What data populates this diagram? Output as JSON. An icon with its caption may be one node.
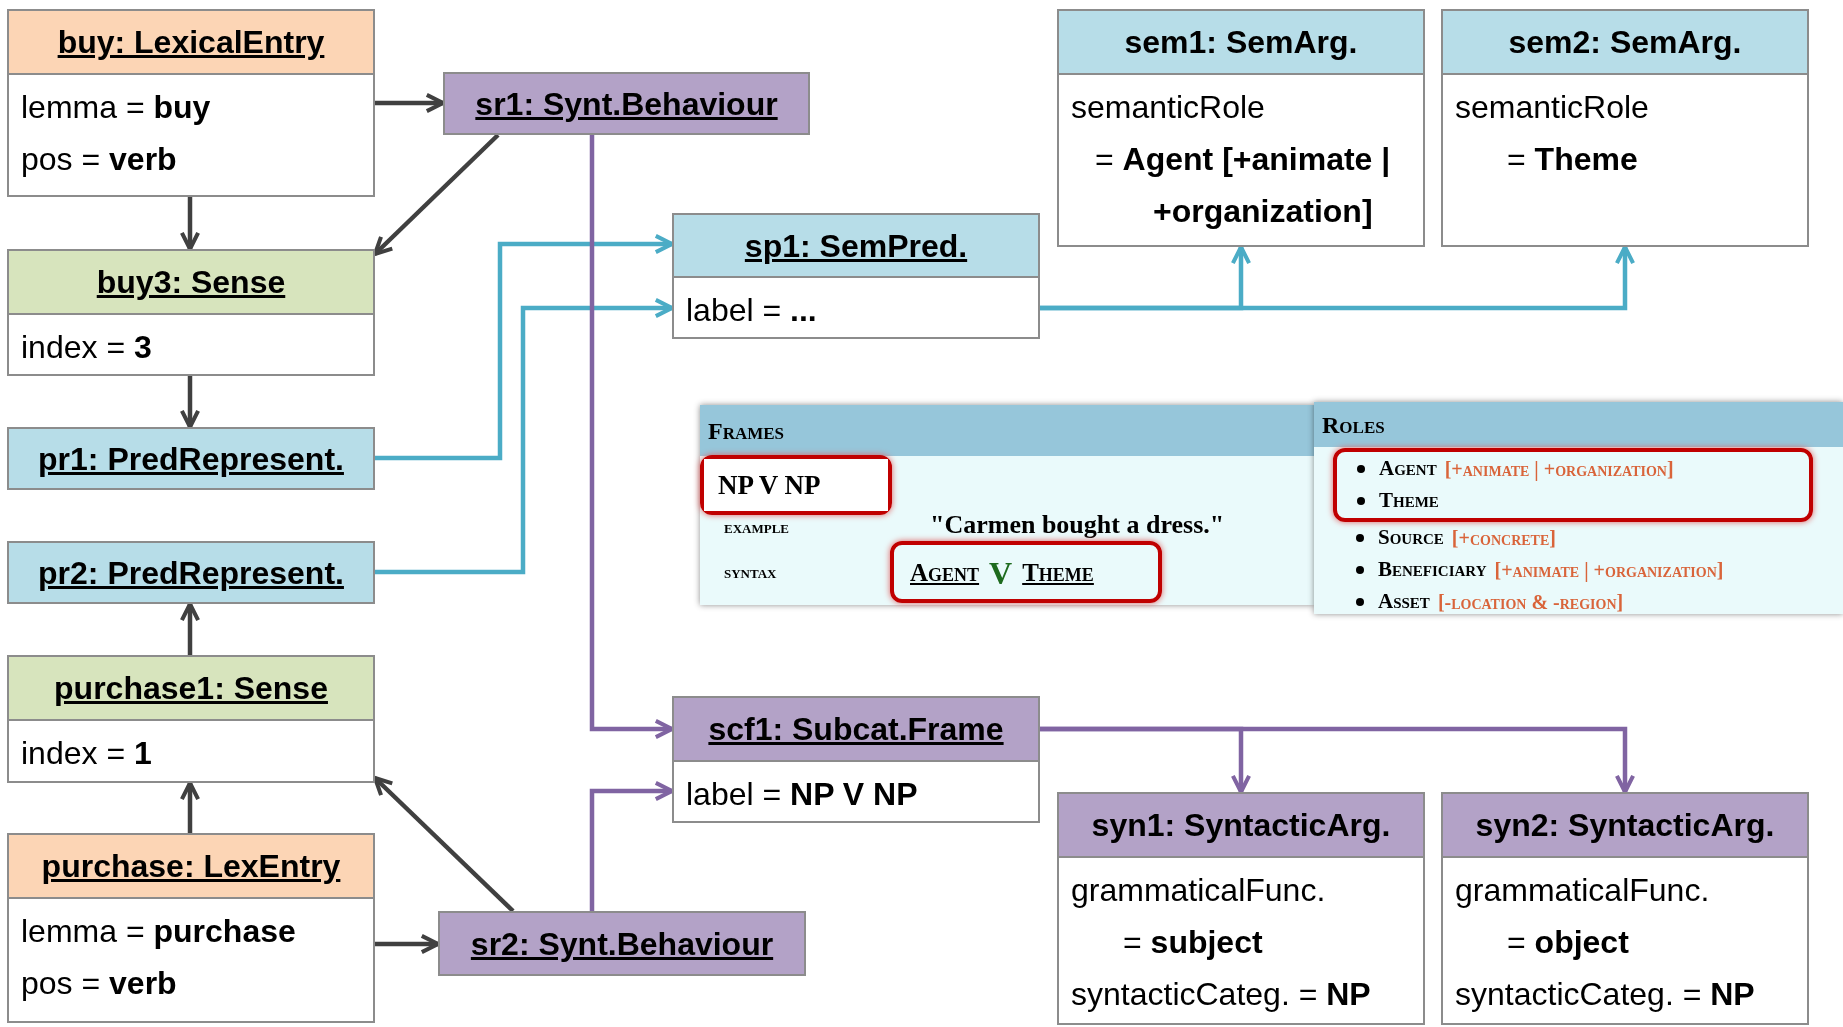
{
  "diagram": {
    "nodes": [
      {
        "text": [
          "buy: LexicalEntry",
          "lemma = **buy**",
          "pos = **verb**"
        ]
      },
      {
        "text": [
          "sr1: Synt.Behaviour"
        ]
      },
      {
        "text": [
          "sem1: SemArg.",
          "semanticRole",
          "= **Agent [+animate | +organization]**"
        ]
      },
      {
        "text": [
          "sem2: SemArg.",
          "semanticRole",
          "= **Theme**"
        ]
      },
      {
        "text": [
          "buy3: Sense",
          "index = **3**"
        ]
      },
      {
        "text": [
          "sp1: SemPred.",
          "label = **...**"
        ]
      },
      {
        "text": [
          "pr1: PredRepresent."
        ]
      },
      {
        "text": [
          "Frames",
          "example",
          "\"Carmen bought a dress.\"",
          "syntax"
        ]
      },
      {
        "text": [
          "NP V NP"
        ],
        "in": 7
      },
      {
        "text": [
          "Agent",
          "V",
          "Theme"
        ],
        "in": 7
      },
      {
        "text": [
          "Roles",
          "Source",
          "[+concrete]",
          "Beneficiary",
          "[+animate | +organization]",
          "Asset",
          "[-location & -region]"
        ]
      },
      {
        "text": [
          "Agent",
          "[+animate | +organization]",
          "Theme"
        ],
        "in": 10
      },
      {
        "text": [
          "pr2: PredRepresent."
        ]
      },
      {
        "text": [
          "purchase1: Sense",
          "index = **1**"
        ]
      },
      {
        "text": [
          "scf1: Subcat.Frame",
          "label = **NP V NP**"
        ]
      },
      {
        "text": [
          "syn1: SyntacticArg.",
          "grammaticalFunc.",
          "= **subject**",
          "syntacticCateg. = **NP**"
        ]
      },
      {
        "text": [
          "syn2: SyntacticArg.",
          "grammaticalFunc.",
          "= **object**",
          "syntacticCateg. = **NP**"
        ]
      },
      {
        "text": [
          "purchase: LexEntry",
          "lemma = **purchase**",
          "pos = **verb**"
        ]
      },
      {
        "text": [
          "sr2: Synt.Behaviour"
        ]
      }
    ],
    "edges": [
      {
        "from": 0,
        "to": 1,
        "arrow": "to"
      },
      {
        "from": 1,
        "to": 4,
        "arrow": "to"
      },
      {
        "from": 0,
        "to": 4,
        "arrow": "to"
      },
      {
        "from": 4,
        "to": 6,
        "arrow": "to"
      },
      {
        "from": 6,
        "to": 5,
        "arrow": "to",
        "color": "#4bacc6"
      },
      {
        "from": 12,
        "to": 5,
        "arrow": "to",
        "color": "#4bacc6"
      },
      {
        "from": 5,
        "to": 2,
        "arrow": "to",
        "color": "#4bacc6"
      },
      {
        "from": 5,
        "to": 3,
        "arrow": "to",
        "color": "#4bacc6"
      },
      {
        "from": 13,
        "to": 12,
        "arrow": "to"
      },
      {
        "from": 17,
        "to": 13,
        "arrow": "to"
      },
      {
        "from": 18,
        "to": 13,
        "arrow": "to"
      },
      {
        "from": 17,
        "to": 18,
        "arrow": "to"
      },
      {
        "from": 1,
        "to": 14,
        "arrow": "to",
        "color": "#8064a2"
      },
      {
        "from": 18,
        "to": 14,
        "arrow": "to",
        "color": "#8064a2"
      },
      {
        "from": 14,
        "to": 15,
        "arrow": "to",
        "color": "#8064a2"
      },
      {
        "from": 14,
        "to": 16,
        "arrow": "to",
        "color": "#8064a2"
      }
    ]
  }
}
